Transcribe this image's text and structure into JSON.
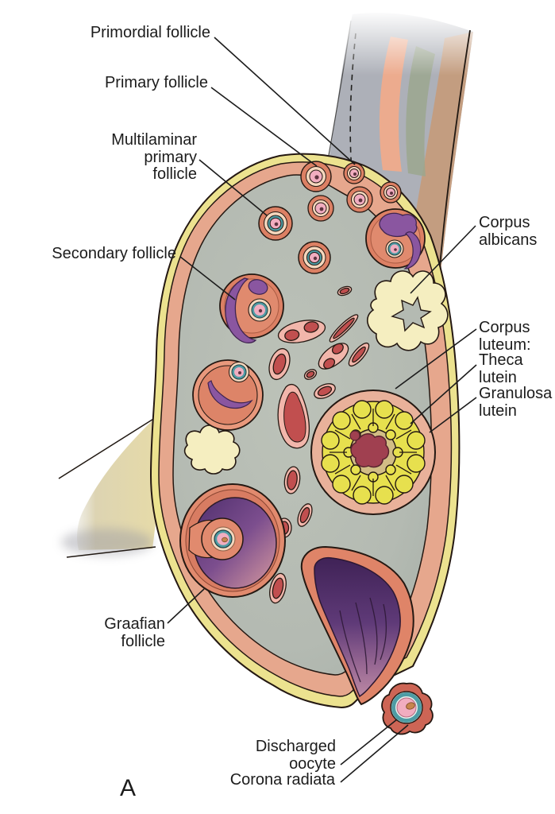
{
  "figure": {
    "panel_letter": "A",
    "labels": {
      "primordial_follicle": "Primordial follicle",
      "primary_follicle": "Primary follicle",
      "multilaminar_primary_follicle": "Multilaminar\nprimary\nfollicle",
      "secondary_follicle": "Secondary follicle",
      "corpus_albicans": "Corpus\nalbicans",
      "corpus_luteum": "Corpus\nluteum:",
      "theca_lutein": "Theca\nlutein",
      "granulosa_lutein": "Granulosa\nlutein",
      "graafian_follicle": "Graafian\nfollicle",
      "discharged_oocyte": "Discharged\noocyte",
      "corona_radiata": "Corona radiata"
    },
    "colors": {
      "capsule_yellow": "#ece28f",
      "cortex_salmon": "#e6a78d",
      "stroma_gray": "#b6bcb4",
      "follicle_salmon": "#dc8064",
      "oocyte_pink": "#f1adc0",
      "zona_teal": "#4e9ca4",
      "antrum_purple": "#7c4e8e",
      "corpus_luteum_yellow": "#e7e04e",
      "corpus_luteum_center_tan": "#d2bd85",
      "blood_clot_red": "#a04050",
      "vessel_red": "#c14f4f",
      "vessel_sheath_pink": "#f2b6ab",
      "corpus_albicans_cream": "#f5eec0",
      "label_text": "#1c1c1c"
    }
  }
}
